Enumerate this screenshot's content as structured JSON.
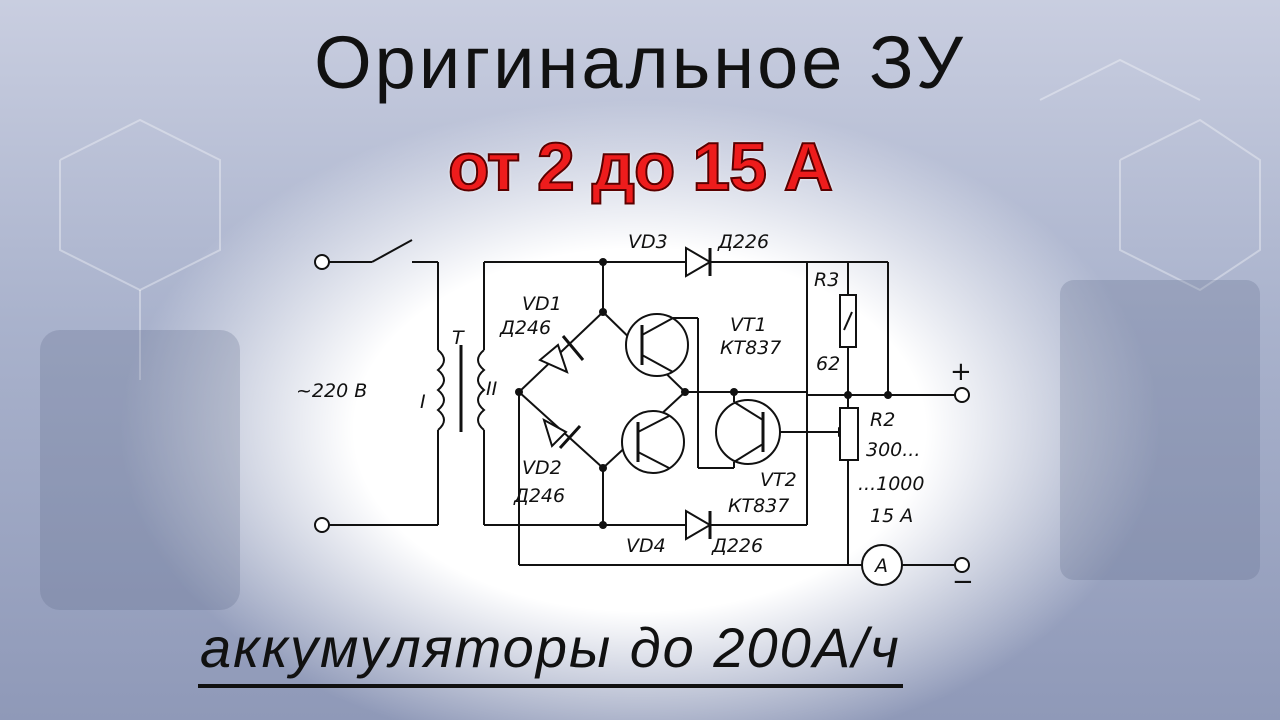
{
  "title": "Оригинальное ЗУ",
  "subtitle": "от 2 до 15 А",
  "footer": "аккумуляторы до 200А/ч",
  "colors": {
    "title": "#111111",
    "subtitle": "#ee1c1c",
    "background": "#aeb6cf"
  },
  "schematic": {
    "input_voltage": "~220 В",
    "transformer": "T",
    "primary": "I",
    "secondary": "II",
    "vd1": "VD1",
    "vd1_type": "Д246",
    "vd2": "VD2",
    "vd2_type": "Д246",
    "vd3": "VD3",
    "vd3_type": "Д226",
    "vd4": "VD4",
    "vd4_type": "Д226",
    "vt1": "VT1",
    "vt1_type": "КТ837",
    "vt2": "VT2",
    "vt2_type": "КТ837",
    "r3": "R3",
    "r3_value": "62",
    "r2": "R2",
    "r2_value_1": "300...",
    "r2_value_2": "...1000",
    "ammeter": "A",
    "ammeter_range": "15 А",
    "plus": "+",
    "minus": "−"
  }
}
